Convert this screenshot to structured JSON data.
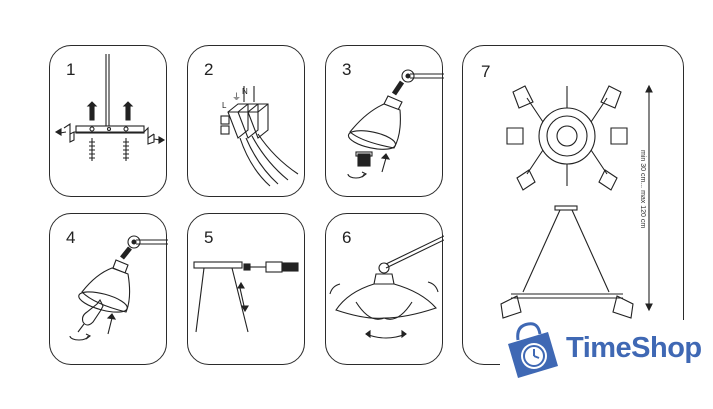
{
  "steps": [
    {
      "number": "1"
    },
    {
      "number": "2",
      "wire_labels": {
        "live": "L",
        "earth": "⏚",
        "neutral": "N"
      }
    },
    {
      "number": "3"
    },
    {
      "number": "4"
    },
    {
      "number": "5"
    },
    {
      "number": "6"
    },
    {
      "number": "7",
      "height_range": "min 30 cm... max 120 cm"
    }
  ],
  "brand": {
    "name": "TimeShop",
    "color": "#3f68b4"
  }
}
